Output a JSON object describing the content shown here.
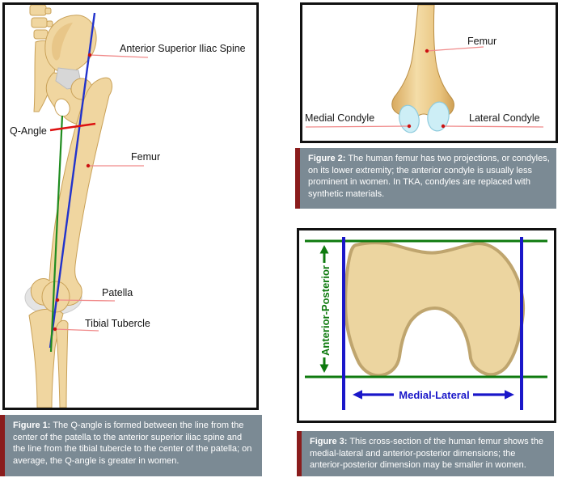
{
  "figure1": {
    "labels": {
      "asis": "Anterior Superior Iliac Spine",
      "q_angle": "Q-Angle",
      "femur": "Femur",
      "patella": "Patella",
      "tibial_tubercle": "Tibial Tubercle"
    },
    "caption_label": "Figure 1:",
    "caption_text": "The Q-angle is formed between the line from the center of the patella to the anterior superior iliac spine and the line from the tibial tubercle to the center of the patella; on average, the Q-angle is greater in women."
  },
  "figure2": {
    "labels": {
      "femur": "Femur",
      "medial_condyle": "Medial Condyle",
      "lateral_condyle": "Lateral Condyle"
    },
    "caption_label": "Figure 2:",
    "caption_text": "The human femur has two projections, or condyles, on its lower extremity; the anterior condyle is usually less prominent in women. In TKA, condyles are replaced with synthetic materials."
  },
  "figure3": {
    "labels": {
      "anterior_posterior": "Anterior-Posterior",
      "medial_lateral": "Medial-Lateral"
    },
    "caption_label": "Figure 3:",
    "caption_text": "This cross-section of the human femur shows the medial-lateral and anterior-posterior dimensions; the anterior-posterior dimension may be smaller in women."
  },
  "colors": {
    "caption_background": "#7b8a94",
    "caption_accent_bar": "#8a1c1c",
    "bone_fill": "#f0d6a0",
    "bone_outline": "#c9a158",
    "condyle_fill": "#cdeef6",
    "leader_line": "#f08a8a",
    "marker_dot": "#cc1111",
    "line_blue": "#2233cc",
    "line_green": "#1f8c1f",
    "line_red": "#dd1111",
    "fig3_green": "#0e7a0e",
    "fig3_blue": "#1a17c9"
  }
}
